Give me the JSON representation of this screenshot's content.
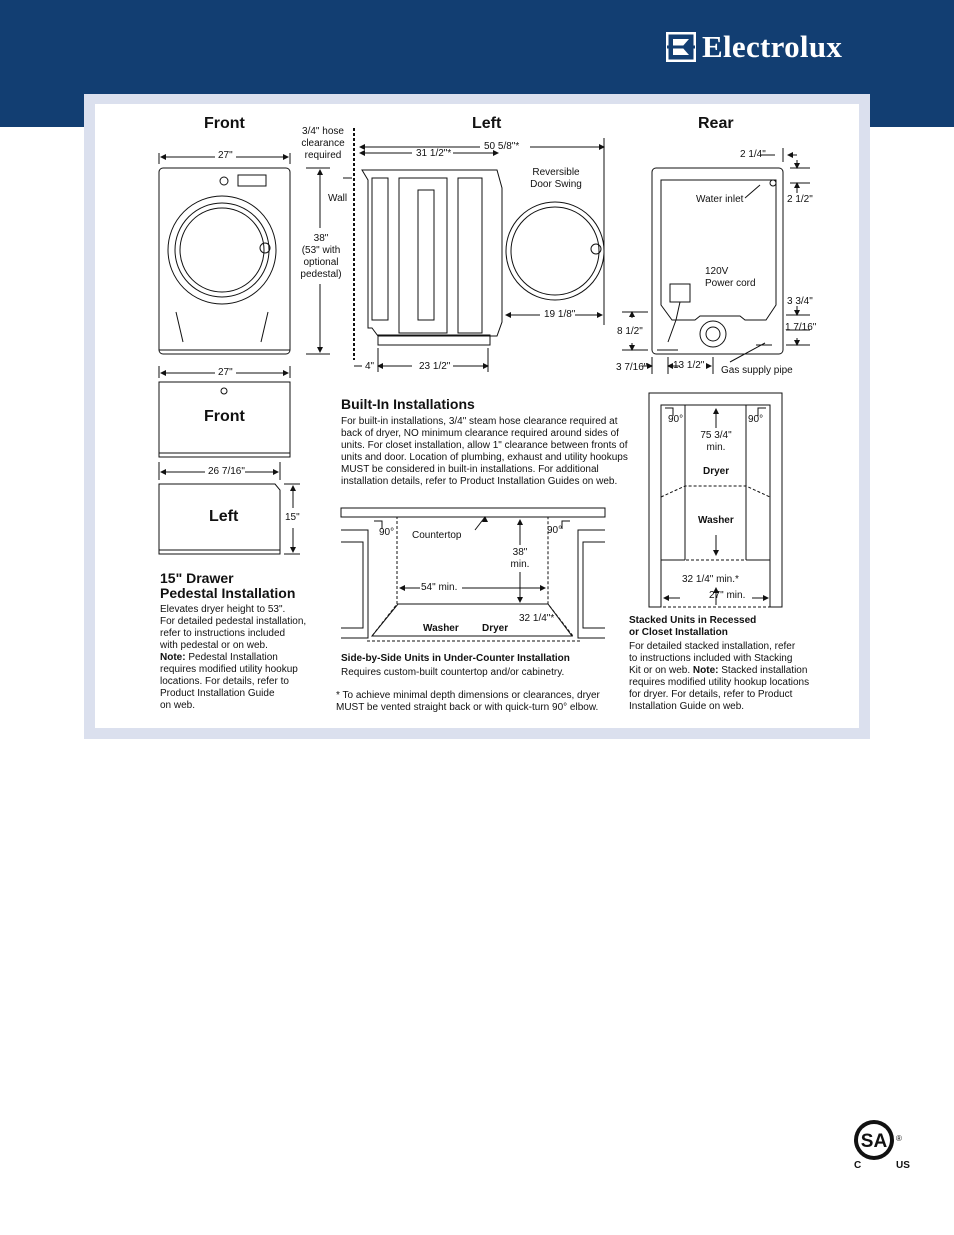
{
  "header": {
    "brand": "Electrolux",
    "logo_icon": "electrolux-logo-icon",
    "color": "#123e72"
  },
  "views": {
    "front": "Front",
    "left": "Left",
    "rear": "Rear",
    "pedestal_front": "Front",
    "pedestal_left": "Left"
  },
  "dims": {
    "front_width": "27\"",
    "hose_clearance": "3/4\" hose\nclearance\nrequired",
    "wall": "Wall",
    "height": "38\"\n(53\" with\noptional\npedestal)",
    "depth_overall": "50 5/8\"*",
    "depth_body": "31 1/2\"*",
    "door_swing": "Reversible\nDoor Swing",
    "door_depth": "19 1/8\"",
    "base_gap": "4\"",
    "base_depth": "23 1/2\"",
    "pedestal_width": "27\"",
    "pedestal_depth": "26 7/16\"",
    "pedestal_height": "15\"",
    "rear_top_offset": "2 1/4\"",
    "water_inlet": "Water inlet",
    "rear_inlet_drop": "2 1/2\"",
    "power_cord": "120V\nPower cord",
    "rear_3_3_4": "3 3/4\"",
    "rear_8_1_2": "8 1/2\"",
    "rear_1_7_16": "1 7/16\"",
    "rear_3_7_16": "3 7/16\"",
    "rear_13_1_2": "13 1/2\"",
    "gas_pipe": "Gas supply pipe"
  },
  "builtin": {
    "title": "Built-In Installations",
    "text": "For built-in installations, 3/4\" steam hose clearance required at\nback of dryer, NO minimum clearance required around sides of\nunits. For closet installation, allow 1\" clearance between fronts of\nunits and door. Location of plumbing, exhaust and utility hookups\nMUST be considered in built-in installations. For additional\ninstallation details, refer to Product Installation Guides on web."
  },
  "undercounter": {
    "angle_left": "90°",
    "angle_right": "90°",
    "countertop": "Countertop",
    "height": "38\"\nmin.",
    "width": "54\" min.",
    "depth": "32 1/4\"*",
    "washer": "Washer",
    "dryer": "Dryer",
    "title": "Side-by-Side Units in Under-Counter Installation",
    "subtitle": "Requires custom-built countertop and/or cabinetry.",
    "footnote": "* To achieve minimal depth dimensions or clearances, dryer\n   MUST be vented straight back or with quick-turn 90° elbow."
  },
  "stacked": {
    "angle_left": "90°",
    "angle_right": "90°",
    "height": "75 3/4\"\nmin.",
    "dryer": "Dryer",
    "washer": "Washer",
    "depth": "32 1/4\" min.*",
    "width": "27\" min.",
    "title": "Stacked Units in Recessed\nor Closet Installation",
    "text_a": "For detailed stacked installation, refer\nto instructions included with Stacking\nKit or on web. ",
    "note_label": "Note:",
    "text_b": " Stacked installation\nrequires modified utility hookup locations\nfor dryer. For details, refer to Product\nInstallation Guide on web."
  },
  "pedestal": {
    "title": "15\" Drawer\nPedestal Installation",
    "text_a": "Elevates dryer height to 53\".\nFor detailed pedestal installation,\nrefer to instructions included\nwith pedestal or on web.\n",
    "note_label": "Note:",
    "text_b": " Pedestal Installation\nrequires modified utility hookup\nlocations. For details, refer to\nProduct Installation Guide\non web."
  },
  "certification": {
    "mark": "SA",
    "registered": "®",
    "left": "C",
    "right": "US"
  }
}
